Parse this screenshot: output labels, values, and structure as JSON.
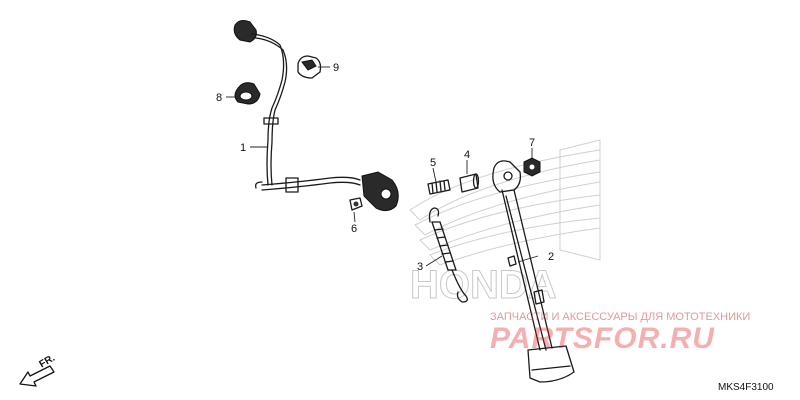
{
  "callouts": {
    "c1": "1",
    "c2": "2",
    "c3": "3",
    "c4": "4",
    "c5": "5",
    "c6": "6",
    "c7": "7",
    "c8": "8",
    "c9": "9"
  },
  "watermark": {
    "tagline": "ЗАПЧАСТИ И АКСЕССУАРЫ ДЛЯ МОТОТЕХНИКИ",
    "brand": "PARTSFOR.RU",
    "logo_text": "HONDA"
  },
  "direction_label": "FR.",
  "diagram_code": "MKS4F3100",
  "colors": {
    "watermark_red": "#e02020",
    "line": "#1a1a1a",
    "honda_logo": "#bbbbbb"
  }
}
